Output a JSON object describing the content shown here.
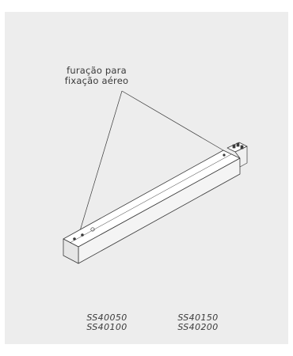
{
  "annotation": {
    "line1": "furação para",
    "line2": "fixação aéreo"
  },
  "codes": {
    "left": [
      "SS40050",
      "SS40100"
    ],
    "right": [
      "SS40150",
      "SS40200"
    ]
  },
  "colors": {
    "panel": "#ededed",
    "line": "#3a3a3a",
    "face_top": "#ffffff",
    "face_side": "#f4f4f4",
    "face_end": "#e6e6e6"
  }
}
